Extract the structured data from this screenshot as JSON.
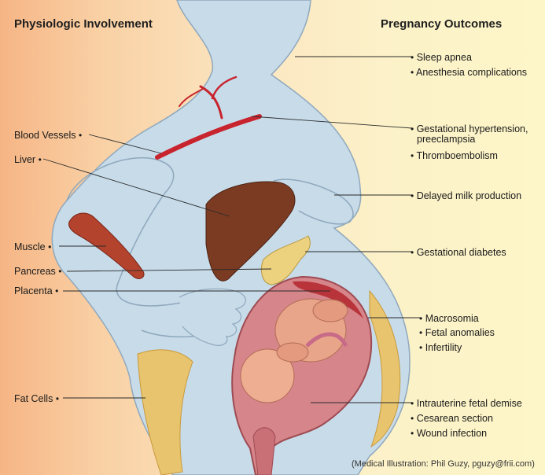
{
  "headings": {
    "left": "Physiologic Involvement",
    "right": "Pregnancy Outcomes"
  },
  "left_labels": [
    {
      "text": "Blood Vessels"
    },
    {
      "text": "Liver"
    },
    {
      "text": "Muscle"
    },
    {
      "text": "Pancreas"
    },
    {
      "text": "Placenta"
    },
    {
      "text": "Fat Cells"
    }
  ],
  "right_labels": [
    {
      "text": "Sleep apnea"
    },
    {
      "text": "Anesthesia complications"
    },
    {
      "text": "Gestational hypertension,"
    },
    {
      "text": "preeclampsia"
    },
    {
      "text": "Thromboembolism"
    },
    {
      "text": "Delayed milk production"
    },
    {
      "text": "Gestational diabetes"
    },
    {
      "text": "Macrosomia"
    },
    {
      "text": "Fetal anomalies"
    },
    {
      "text": "Infertility"
    },
    {
      "text": "Intrauterine fetal demise"
    },
    {
      "text": "Cesarean section"
    },
    {
      "text": "Wound infection"
    }
  ],
  "credit": "(Medical Illustration: Phil Guzy, pguzy@frii.com)",
  "colors": {
    "body": "#c7dbe9",
    "liver": "#7a3b22",
    "fat": "#e8c46e",
    "muscle": "#b4432e",
    "vessel": "#c8242e",
    "uterus": "#d6868a",
    "fetus": "#e9a58a"
  }
}
